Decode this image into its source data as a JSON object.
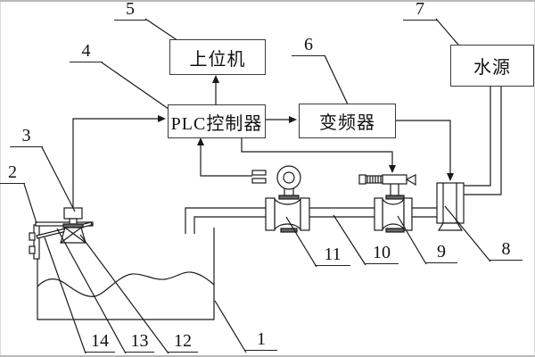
{
  "boxes": {
    "host": "上位机",
    "plc": "PLC控制器",
    "inverter": "变频器",
    "water": "水源"
  },
  "labels": {
    "n1": "1",
    "n2": "2",
    "n3": "3",
    "n4": "4",
    "n5": "5",
    "n6": "6",
    "n7": "7",
    "n8": "8",
    "n9": "9",
    "n10": "10",
    "n11": "11",
    "n12": "12",
    "n13": "13",
    "n14": "14"
  },
  "colors": {
    "line": "#1a1a1a",
    "background": "#ffffff",
    "flange": "#666666"
  },
  "legend": {
    "1": "water-tank",
    "2": "mounting-plate",
    "3": "ultrasonic-level-sensor",
    "4": "plc-controller",
    "5": "host-computer",
    "6": "frequency-inverter",
    "7": "water-source",
    "8": "pump",
    "9": "control-valve",
    "10": "pipe",
    "11": "flowmeter",
    "12": "sensor-horn",
    "13": "bracket-plate",
    "14": "brace"
  }
}
